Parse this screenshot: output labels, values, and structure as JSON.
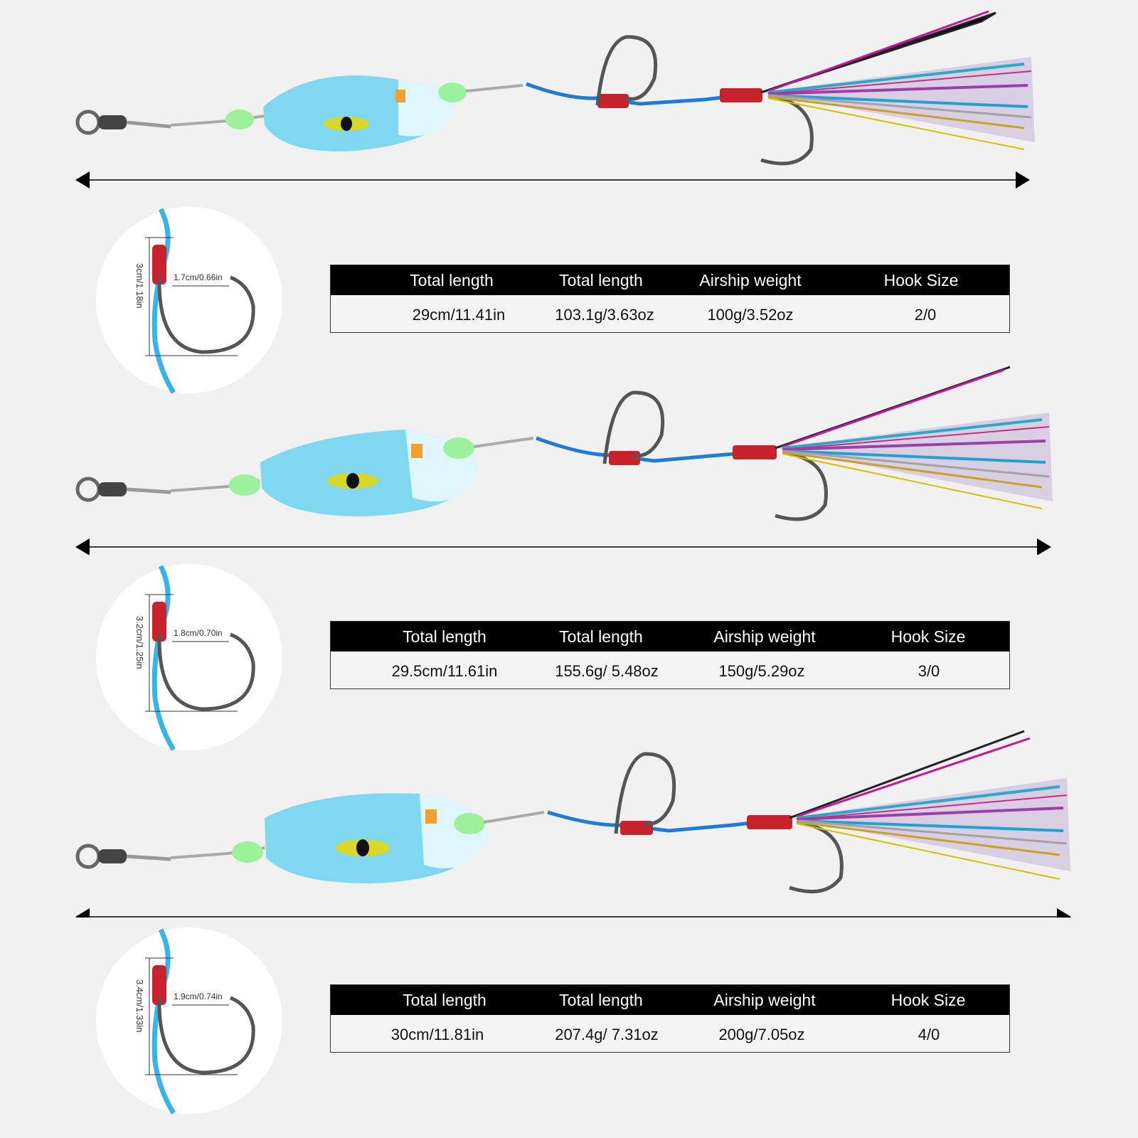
{
  "products": [
    {
      "headers": [
        "Total length",
        "Total length",
        "Airship weight",
        "Hook Size"
      ],
      "values": [
        "29cm/11.41in",
        "103.1g/3.63oz",
        "100g/3.52oz",
        "2/0"
      ],
      "hook_height": "3cm/1.18in",
      "hook_width": "1.7cm/0.66in"
    },
    {
      "headers": [
        "Total length",
        "Total length",
        "Airship weight",
        "Hook Size"
      ],
      "values": [
        "29.5cm/11.61in",
        "155.6g/ 5.48oz",
        "150g/5.29oz",
        "3/0"
      ],
      "hook_height": "3.2cm/1.25in",
      "hook_width": "1.8cm/0.70in"
    },
    {
      "headers": [
        "Total length",
        "Total length",
        "Airship weight",
        "Hook Size"
      ],
      "values": [
        "30cm/11.81in",
        "207.4g/ 7.31oz",
        "200g/7.05oz",
        "4/0"
      ],
      "hook_height": "3.4cm/1.33in",
      "hook_width": "1.9cm/0.74in"
    }
  ],
  "colors": {
    "lure_body": "#7fd8f0",
    "bead": "#9cf29c",
    "line": "#1e7bd8",
    "tube": "#c8232c",
    "header_bg": "#000000",
    "background": "#f1f1f1"
  },
  "icons": [
    "swivel-icon",
    "hook-icon",
    "eye-icon",
    "skirt-icon",
    "arrow-left-icon",
    "arrow-right-icon"
  ]
}
